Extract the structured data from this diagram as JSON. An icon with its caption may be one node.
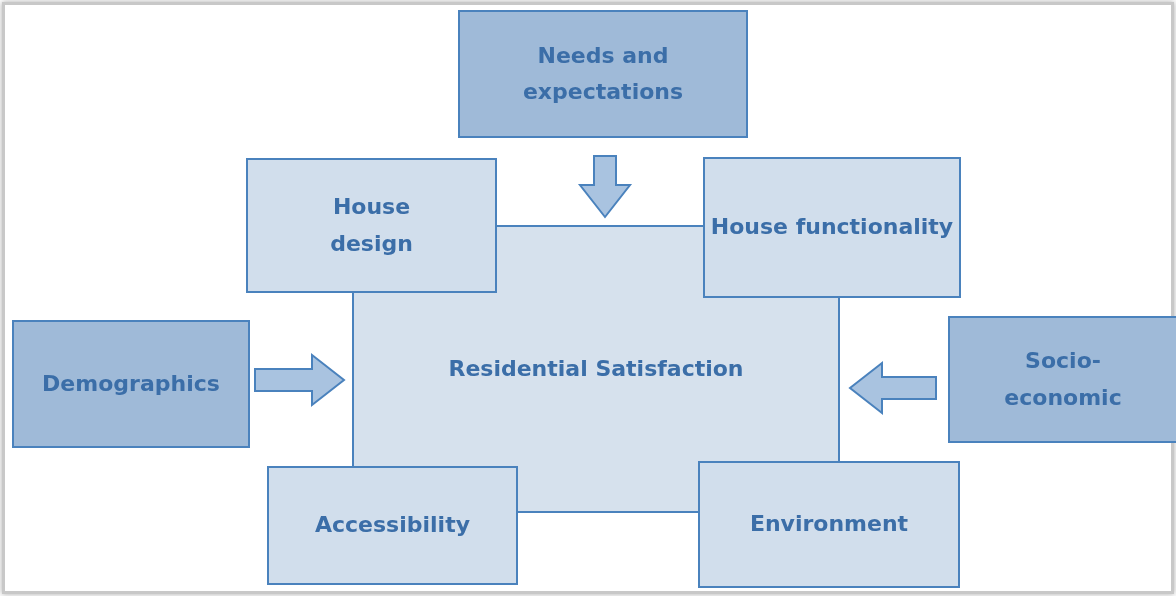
{
  "diagram": {
    "nodes": [
      {
        "text": [
          "Residential Satisfaction"
        ]
      },
      {
        "text": [
          "Needs and expectations"
        ]
      },
      {
        "text": [
          "House design"
        ]
      },
      {
        "text": [
          "House functionality"
        ]
      },
      {
        "text": [
          "Demographics"
        ]
      },
      {
        "text": [
          "Socio-economic"
        ]
      },
      {
        "text": [
          "Accessibility"
        ]
      },
      {
        "text": [
          "Environment"
        ]
      }
    ],
    "edges": [
      {
        "from": 1,
        "to": 0,
        "arrow": "to"
      },
      {
        "from": 4,
        "to": 0,
        "arrow": "to"
      },
      {
        "from": 5,
        "to": 0,
        "arrow": "to"
      }
    ]
  }
}
